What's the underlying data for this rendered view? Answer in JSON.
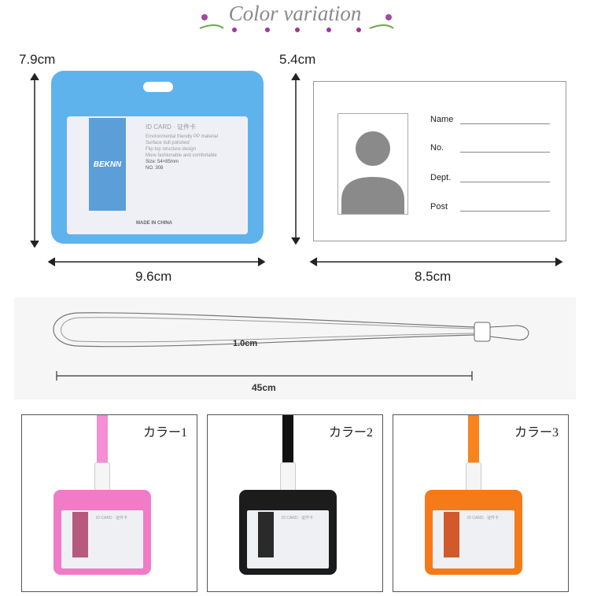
{
  "title": "Color variation",
  "holder": {
    "height": "7.9cm",
    "width": "9.6cm",
    "brand": "BEKNN",
    "card_lines": [
      "ID CARD · 证件卡",
      "Environmental friendly PP material",
      "Surface dull polished",
      "Flip top structure design",
      "More fashionable and comfortable",
      "Size: 54×85mm",
      "NO. 308"
    ],
    "made_in": "MADE IN CHINA",
    "color": "#5fb3ec"
  },
  "card": {
    "height": "5.4cm",
    "width": "8.5cm",
    "fields": [
      "Name",
      "No.",
      "Dept.",
      "Post"
    ]
  },
  "lanyard": {
    "width": "1.0cm",
    "length": "45cm"
  },
  "variants": [
    {
      "label": "カラー1",
      "color": "#f07bc6",
      "strap": "#f58ed3",
      "strip": "#b85a7e"
    },
    {
      "label": "カラー2",
      "color": "#1c1c1c",
      "strap": "#111111",
      "strip": "#2a2a2a"
    },
    {
      "label": "カラー3",
      "color": "#f57a18",
      "strap": "#f7841e",
      "strip": "#d25a2a"
    }
  ]
}
